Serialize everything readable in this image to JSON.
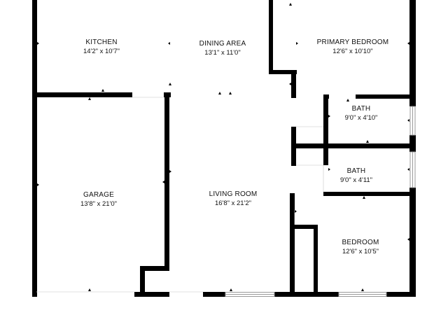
{
  "colors": {
    "wall": "#000000",
    "window": "#9a9a9a",
    "background": "#ffffff"
  },
  "rooms": [
    {
      "id": "kitchen",
      "name": "KITCHEN",
      "dims": "14'2\" x 10'7\""
    },
    {
      "id": "dining-area",
      "name": "DINING AREA",
      "dims": "13'1\" x 11'0\""
    },
    {
      "id": "primary-bedroom",
      "name": "PRIMARY BEDROOM",
      "dims": "12'6\" x 10'10\""
    },
    {
      "id": "bath-1",
      "name": "BATH",
      "dims": "9'0\" x 4'10\""
    },
    {
      "id": "bath-2",
      "name": "BATH",
      "dims": "9'0\" x 4'11\""
    },
    {
      "id": "garage",
      "name": "GARAGE",
      "dims": "13'8\" x 21'0\""
    },
    {
      "id": "living-room",
      "name": "LIVING ROOM",
      "dims": "16'8\" x 21'2\""
    },
    {
      "id": "bedroom",
      "name": "BEDROOM",
      "dims": "12'6\" x 10'5\""
    }
  ]
}
